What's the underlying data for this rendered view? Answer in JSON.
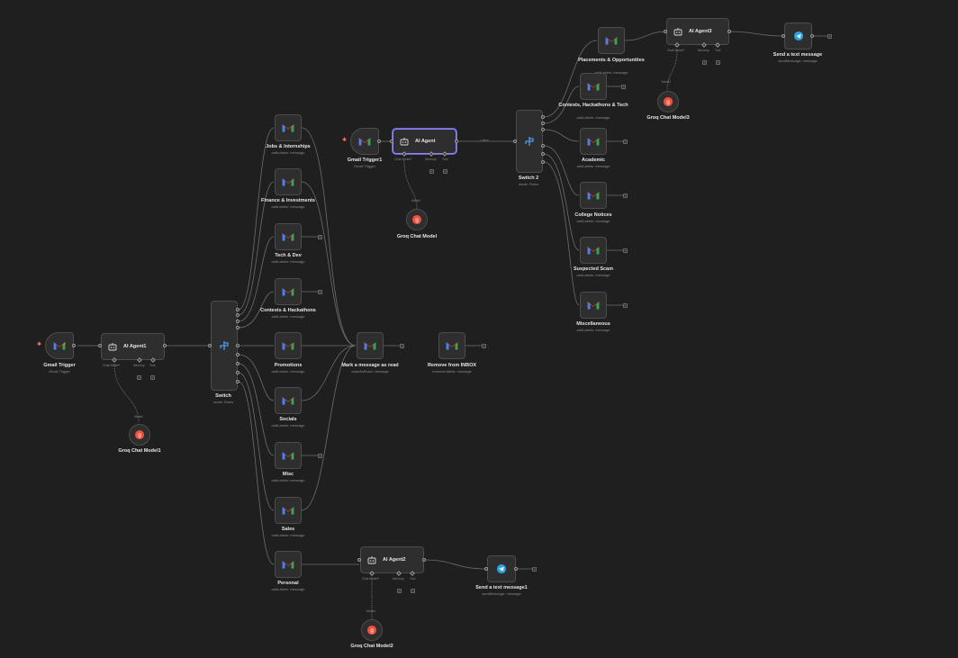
{
  "nodes": {
    "jobs": {
      "label": "Jobs & Internships",
      "sub": "addLabels: message"
    },
    "finance": {
      "label": "Finance & Investments",
      "sub": "addLabels: message"
    },
    "techdev": {
      "label": "Tech & Dev",
      "sub": "addLabels: message"
    },
    "contests": {
      "label": "Contests & Hackathons",
      "sub": "addLabels: message"
    },
    "promotions": {
      "label": "Promotions",
      "sub": "addLabels: message"
    },
    "socials": {
      "label": "Socials",
      "sub": "addLabels: message"
    },
    "misc": {
      "label": "Misc",
      "sub": "addLabels: message"
    },
    "sales": {
      "label": "Sales",
      "sub": "addLabels: message"
    },
    "personal": {
      "label": "Personal",
      "sub": "addLabels: message"
    },
    "gmail_trigger": {
      "label": "Gmail Trigger",
      "sub": "Gmail Trigger"
    },
    "gmail_trigger1": {
      "label": "Gmail Trigger1",
      "sub": "Gmail Trigger"
    },
    "ai_agent": {
      "title": "AI Agent"
    },
    "ai_agent1": {
      "title": "AI Agent1"
    },
    "ai_agent2": {
      "title": "AI Agent2"
    },
    "ai_agent3": {
      "title": "AI Agent3"
    },
    "switch": {
      "label": "Switch",
      "sub": "mode: Rules"
    },
    "switch2": {
      "label": "Switch 2",
      "sub": "mode: Rules"
    },
    "mark_read": {
      "label": "Mark a message as read",
      "sub": "markAsRead: message"
    },
    "remove_inbox": {
      "label": "Remove from INBOX",
      "sub": "removeLabels: message"
    },
    "groq": {
      "label": "Groq Chat Model"
    },
    "groq1": {
      "label": "Groq Chat Model1"
    },
    "groq2": {
      "label": "Groq Chat Model2"
    },
    "groq3": {
      "label": "Groq Chat Model3"
    },
    "send_text": {
      "label": "Send a text message",
      "sub": "sendMessage: message"
    },
    "send_text1": {
      "label": "Send a text message1",
      "sub": "sendMessage: message"
    },
    "placements": {
      "label": "Placements & Opportunities",
      "sub": "addLabels: message"
    },
    "contests_tech": {
      "label": "Contests, Hackathons & Tech",
      "sub": "addLabels: message"
    },
    "academic": {
      "label": "Academic",
      "sub": "addLabels: message"
    },
    "college": {
      "label": "College Notices",
      "sub": "addLabels: message"
    },
    "scam": {
      "label": "Suspected Scam",
      "sub": "addLabels: message"
    },
    "miscellaneous": {
      "label": "Miscellaneous",
      "sub": "addLabels: message"
    }
  },
  "agent_ports": {
    "chat_model": "Chat Model*",
    "memory": "Memory",
    "tool": "Tool",
    "model": "Model"
  },
  "edge_label": "1 item",
  "colors": {
    "canvas": "#1f1f1f",
    "node": "#2e2e2e",
    "border": "#4c4c4c",
    "selected": "#8f87f1",
    "telegram": "#2aa3e0",
    "groq": "#f0503c"
  },
  "icons": {
    "gmail": "gmail-icon",
    "agent": "robot-icon",
    "switch": "switch-icon",
    "groq": "groq-icon",
    "telegram": "telegram-icon",
    "trigger": "bolt-icon"
  }
}
